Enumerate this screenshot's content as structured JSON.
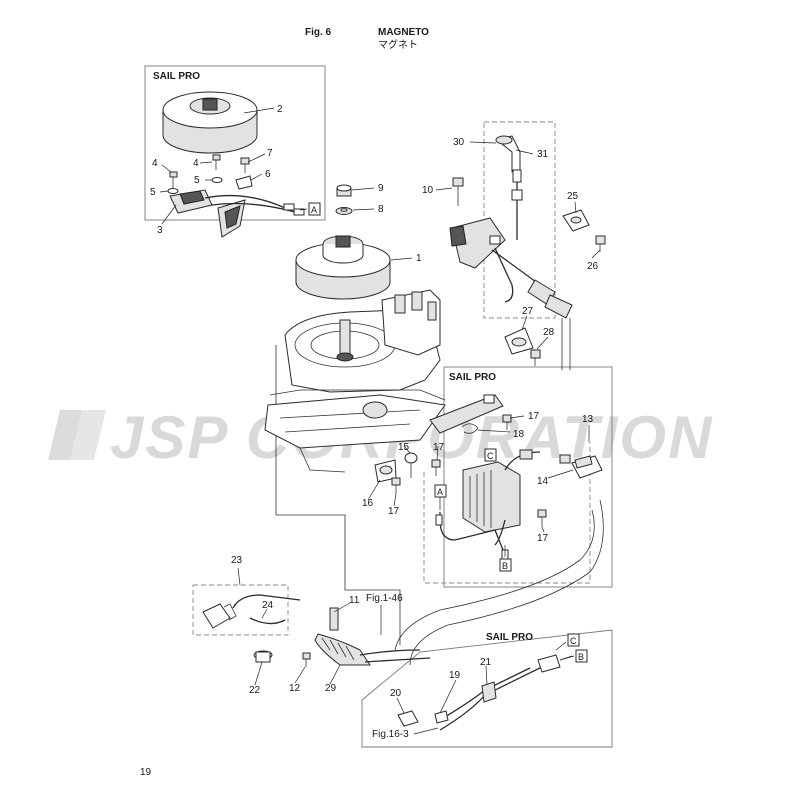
{
  "header": {
    "fig_label": "Fig. 6",
    "title": "MAGNETO",
    "subtitle_jp": "マグネト"
  },
  "watermark": "JSP CORPORATION",
  "page_number": "19",
  "groups": {
    "sail_pro_top": "SAIL PRO",
    "sail_pro_mid": "SAIL PRO",
    "sail_pro_bottom": "SAIL PRO"
  },
  "connectors": {
    "a_top": "A",
    "a_mid": "A",
    "b_mid": "B",
    "b_bottom": "B",
    "c_mid": "C",
    "c_bottom": "C"
  },
  "references": {
    "fig_1_46": "Fig.1-46",
    "fig_16_3": "Fig.16-3"
  },
  "parts": {
    "p1": "1",
    "p2": "2",
    "p3": "3",
    "p4a": "4",
    "p4b": "4",
    "p5a": "5",
    "p5b": "5",
    "p6": "6",
    "p7": "7",
    "p8": "8",
    "p9": "9",
    "p10": "10",
    "p11": "11",
    "p12": "12",
    "p13": "13",
    "p14": "14",
    "p15": "15",
    "p16": "16",
    "p17a": "17",
    "p17b": "17",
    "p17c": "17",
    "p17d": "17",
    "p18": "18",
    "p19": "19",
    "p20": "20",
    "p21": "21",
    "p22": "22",
    "p23": "23",
    "p24": "24",
    "p25": "25",
    "p26": "26",
    "p27": "27",
    "p28": "28",
    "p29": "29",
    "p30": "30",
    "p31": "31"
  }
}
